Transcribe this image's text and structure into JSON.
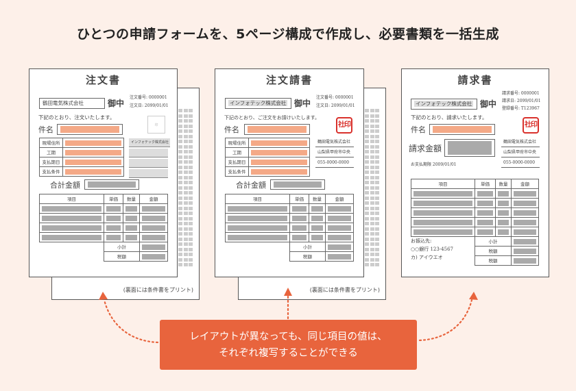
{
  "title": "ひとつの申請フォームを、5ページ構成で作成し、必要書類を一括生成",
  "colors": {
    "background": "#fdf0e9",
    "accent": "#e8643d",
    "field_highlight": "#f4a987",
    "stamp": "#d9302b"
  },
  "callout": {
    "line1": "レイアウトが異なっても、同じ項目の値は、",
    "line2": "それぞれ複写することができる"
  },
  "back_note": "(裏面には条件書をプリント)",
  "docs": {
    "order": {
      "title": "注文書",
      "company": "鶴田電気株式会社",
      "onchu": "御中",
      "meta1": "注文番号:  0000001",
      "meta2": "注文日:  2099/01/01",
      "intro": "下記のとおり、注文いたします。",
      "subject": "件名",
      "stamp_placeholder": "印",
      "side_company": "インフォテック株式会社",
      "rows": [
        "現場住所",
        "工期",
        "支払期日",
        "支払条件"
      ],
      "total": "合計金額",
      "cols": [
        "項目",
        "単価",
        "数量",
        "金額"
      ],
      "subtotal": "小計",
      "tax": "税額"
    },
    "acceptance": {
      "title": "注文請書",
      "company": "インフォテック株式会社",
      "onchu": "御中",
      "meta1": "注文番号:  0000001",
      "meta2": "注文日:  2099/01/01",
      "intro": "下記のとおり、ご注文をお請けいたします。",
      "subject": "件名",
      "stamp": "社印",
      "side1": "鶴田電気株式会社",
      "side2": "山梨県甲府市中央",
      "side3": "055-0000-0000",
      "rows": [
        "現場住所",
        "工期",
        "支払期日",
        "支払条件"
      ],
      "total": "合計金額",
      "cols": [
        "項目",
        "単価",
        "数量",
        "金額"
      ],
      "subtotal": "小計",
      "tax": "税額"
    },
    "invoice": {
      "title": "請求書",
      "company": "インフォテック株式会社",
      "onchu": "御中",
      "meta1": "請求番号:  0000001",
      "meta2": "請求日:  2099/01/01",
      "meta3": "登録番号:  T123967",
      "intro": "下記のとおり、請求いたします。",
      "subject": "件名",
      "stamp": "社印",
      "amount": "請求金額",
      "side1": "鶴田電気株式会社",
      "side2": "山梨県甲府市中央",
      "side3": "055-0000-0000",
      "due": "お支払期限   2009/01/01",
      "cols": [
        "項目",
        "単価",
        "数量",
        "金額"
      ],
      "bank_label": "お振込先:",
      "bank": "○○銀行 123-4567",
      "holder": "カ) アイウエオ",
      "subtotal": "小計",
      "tax": "税額",
      "tax2": "税額"
    }
  }
}
